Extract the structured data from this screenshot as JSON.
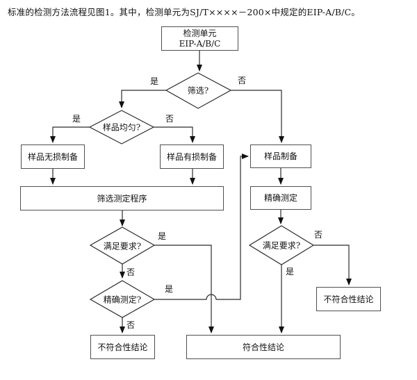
{
  "intro": "标准的检测方法流程见图1。其中，检测单元为SJ/T××××－200×中规定的EIP-A/B/C。",
  "flowchart": {
    "nodes": {
      "detection_unit": {
        "line1": "检测单元",
        "line2": "EIP-A/B/C"
      },
      "sample_nondestructive": "样品无损制备",
      "sample_destructive": "样品有损制备",
      "sample_prep": "样品制备",
      "screening_procedure": "筛选测定程序",
      "precise_measurement": "精确测定",
      "nonconformity_left": "不符合性结论",
      "conformity": "符合性结论",
      "nonconformity_right": "不符合性结论"
    },
    "decisions": {
      "screening": "筛选?",
      "sample_uniform": "样品均匀?",
      "meets_req_left": "满足要求?",
      "precise_measure_q": "精确测定?",
      "meets_req_right": "满足要求?"
    },
    "labels": {
      "yes": "是",
      "no": "否"
    },
    "colors": {
      "line": "#2b2b2b",
      "box_border": "#4f4f4f",
      "text": "#111111",
      "background": "#ffffff"
    }
  }
}
